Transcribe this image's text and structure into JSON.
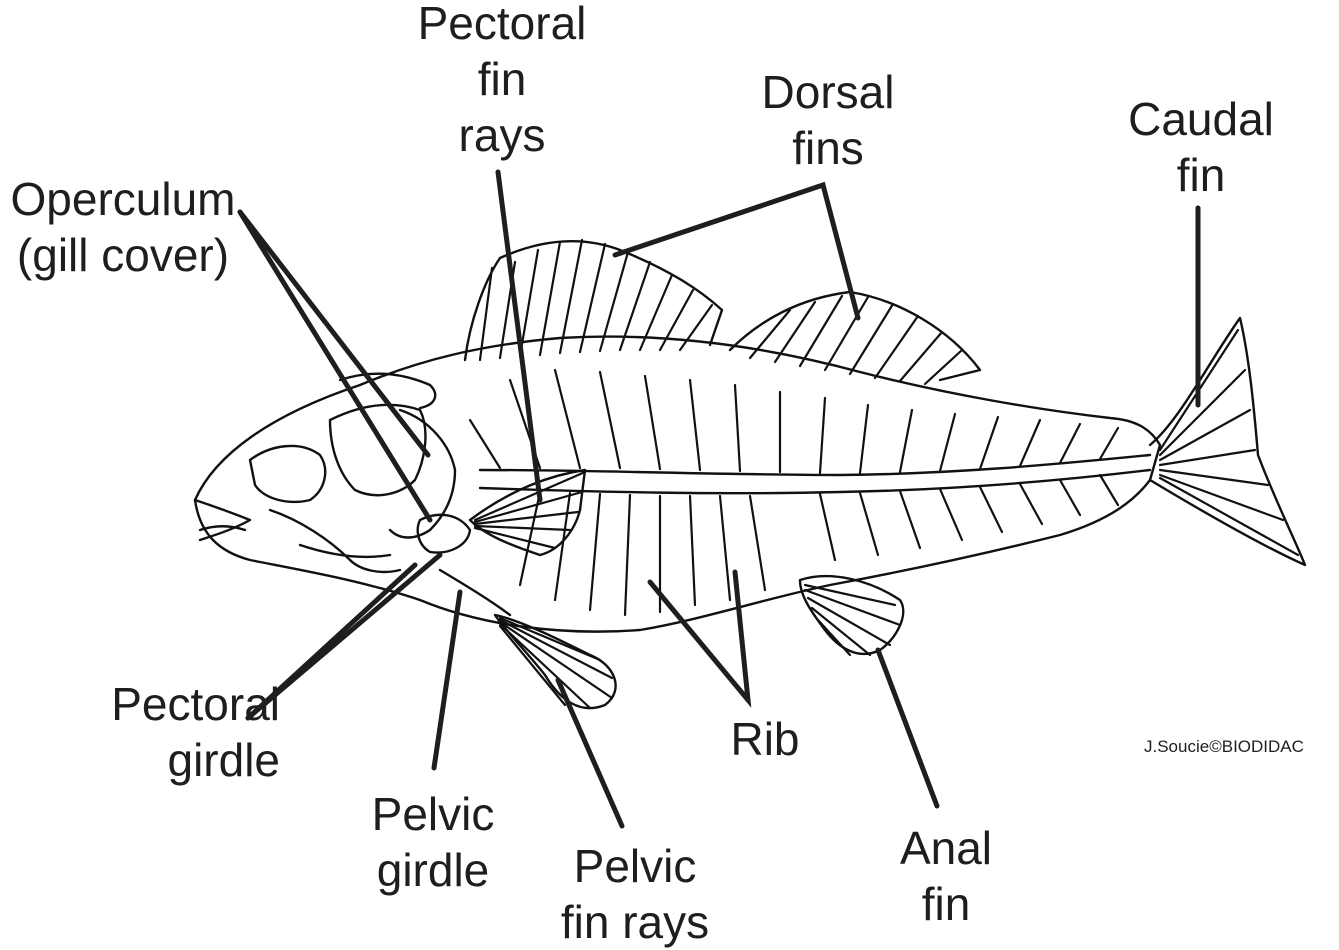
{
  "labels": {
    "pectoral_fin_rays": [
      "Pectoral",
      "fin",
      "rays"
    ],
    "dorsal_fins": [
      "Dorsal",
      "fins"
    ],
    "caudal_fin": [
      "Caudal",
      "fin"
    ],
    "operculum": [
      "Operculum",
      "(gill cover)"
    ],
    "pectoral_girdle": [
      "Pectoral",
      "girdle"
    ],
    "pelvic_girdle": [
      "Pelvic",
      "girdle"
    ],
    "pelvic_fin_rays": [
      "Pelvic",
      "fin rays"
    ],
    "rib": [
      "Rib"
    ],
    "anal_fin": [
      "Anal",
      "fin"
    ]
  },
  "credit": "J.Soucie©BIODIDAC",
  "colors": {
    "ink": "#1e1e1e",
    "background": "#ffffff"
  }
}
